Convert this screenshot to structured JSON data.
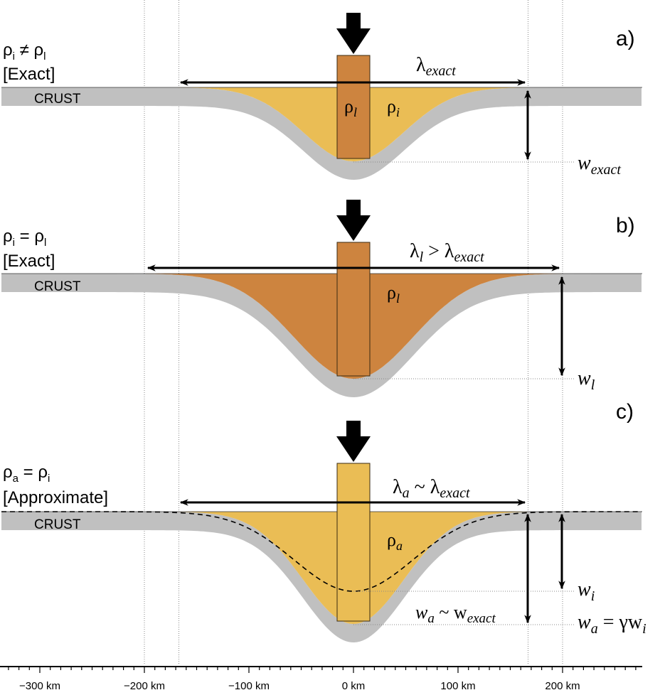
{
  "colors": {
    "crust": "#c0c0c0",
    "ice_fill": "#eabd55",
    "load_fill": "#cd843f",
    "load_stroke": "#7a4a1c",
    "arrow": "#000000",
    "guide": "#888888"
  },
  "x_axis": {
    "ticks": [
      "−300 km",
      "−200 km",
      "−100 km",
      "0 km",
      "100 km",
      "200 km"
    ],
    "range_km": [
      -330,
      275
    ]
  },
  "panels": [
    {
      "tag": "a)",
      "relation": {
        "a": "ρ",
        "a_sub": "i",
        "op": "≠",
        "b": "ρ",
        "b_sub": "l"
      },
      "method": "[Exact]",
      "crust_label": "CRUST",
      "load_label": {
        "rho": "ρ",
        "sub": "l"
      },
      "fill_label": {
        "rho": "ρ",
        "sub": "i"
      },
      "lambda_label": {
        "l": "λ",
        "sub": "exact",
        "rest": ""
      },
      "w_label": {
        "w": "w",
        "sub": "exact",
        "rest": ""
      }
    },
    {
      "tag": "b)",
      "relation": {
        "a": "ρ",
        "a_sub": "i",
        "op": "=",
        "b": "ρ",
        "b_sub": "l"
      },
      "method": "[Exact]",
      "crust_label": "CRUST",
      "fill_label": {
        "rho": "ρ",
        "sub": "l"
      },
      "lambda_label": {
        "l": "λ",
        "sub": "l",
        "rest": " > λ",
        "sub2": "exact"
      },
      "w_label": {
        "w": "w",
        "sub": "l",
        "rest": ""
      }
    },
    {
      "tag": "c)",
      "relation": {
        "a": "ρ",
        "a_sub": "a",
        "op": "=",
        "b": "ρ",
        "b_sub": "i"
      },
      "method": "[Approximate]",
      "crust_label": "CRUST",
      "fill_label": {
        "rho": "ρ",
        "sub": "a"
      },
      "lambda_label": {
        "l": "λ",
        "sub": "a",
        "rest": " ~ λ",
        "sub2": "exact"
      },
      "w_inner_label": {
        "w": "w",
        "sub": "a",
        "rest": " ~ w",
        "sub2": "exact"
      },
      "wi_label": {
        "w": "w",
        "sub": "i"
      },
      "wa_label": {
        "w": "w",
        "sub": "a",
        "rest": " = γw",
        "sub2": "i"
      }
    }
  ]
}
